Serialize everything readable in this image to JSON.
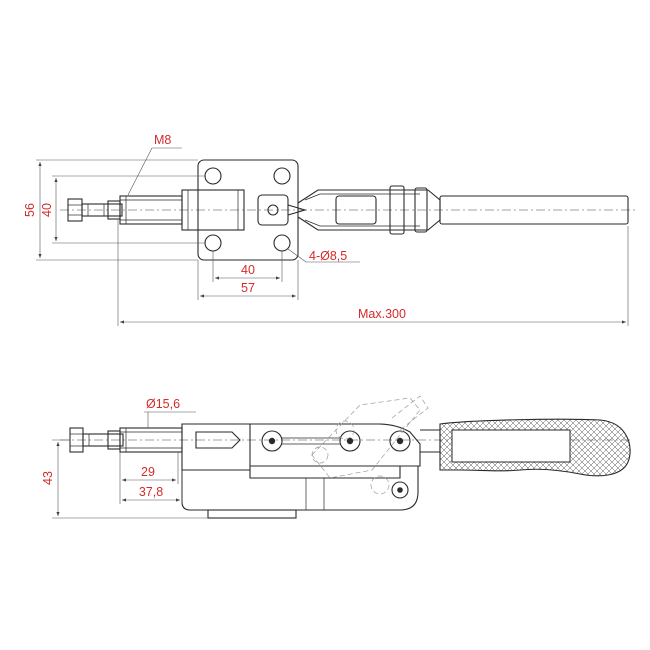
{
  "dimensions": {
    "thread": "M8",
    "height_overall": "56",
    "height_plate": "40",
    "hole_spacing": "40",
    "plate_width": "57",
    "mounting_holes": "4-Ø8,5",
    "max_length": "Max.300",
    "plunger_diameter": "Ø15,6",
    "side_height": "43",
    "stroke_short": "29",
    "stroke_long": "37,8"
  },
  "colors": {
    "dimension_text": "#d42b2b",
    "line": "#2a2a2a"
  }
}
